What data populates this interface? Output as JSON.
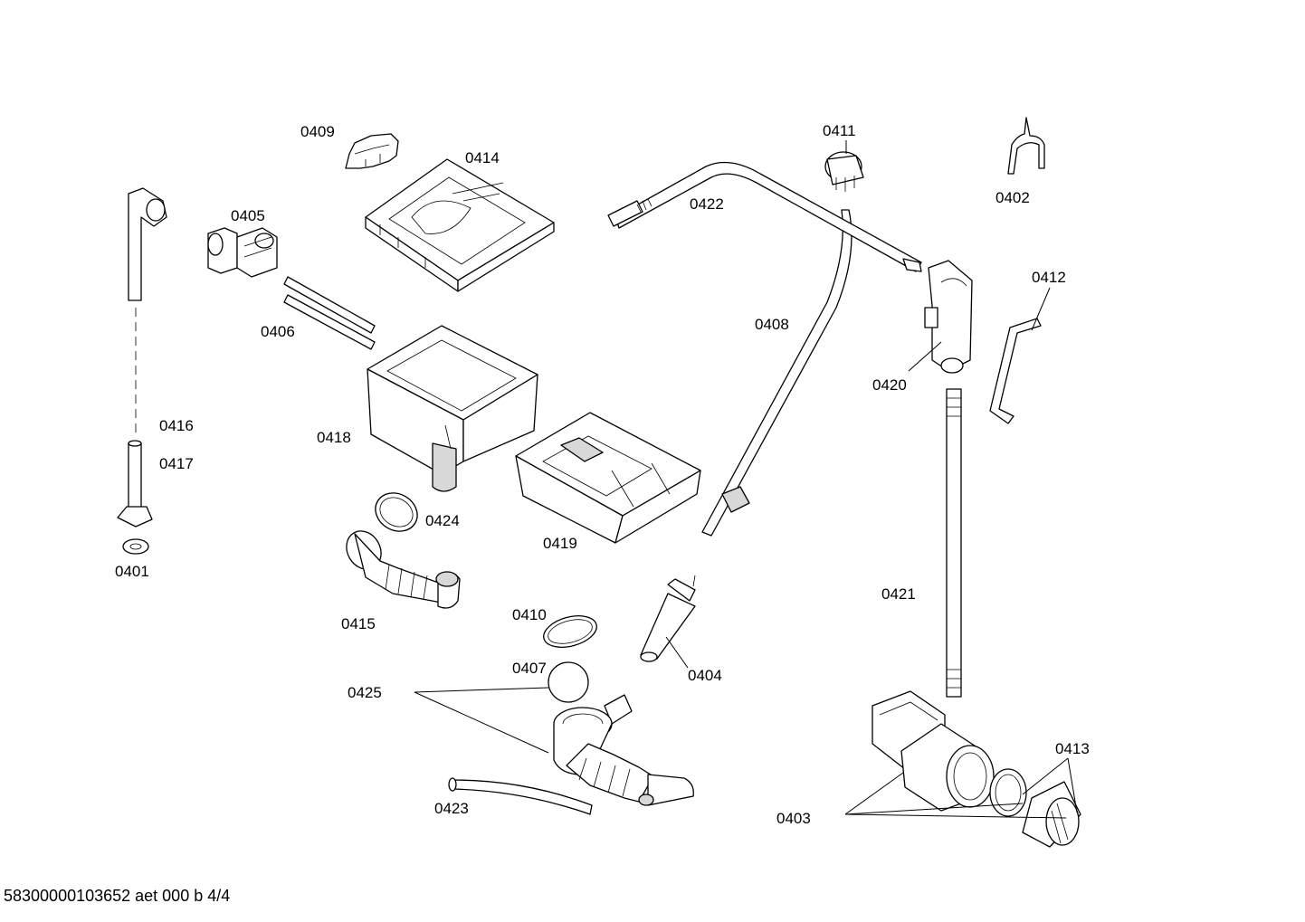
{
  "labels": {
    "p0401": "0401",
    "p0402": "0402",
    "p0403": "0403",
    "p0404": "0404",
    "p0405": "0405",
    "p0406": "0406",
    "p0407": "0407",
    "p0408": "0408",
    "p0409": "0409",
    "p0410": "0410",
    "p0411": "0411",
    "p0412": "0412",
    "p0413": "0413",
    "p0414": "0414",
    "p0415": "0415",
    "p0416": "0416",
    "p0417": "0417",
    "p0418": "0418",
    "p0419": "0419",
    "p0420": "0420",
    "p0421": "0421",
    "p0422": "0422",
    "p0423": "0423",
    "p0424": "0424",
    "p0425": "0425"
  },
  "footer": "58300000103652 aet 000 b 4/4"
}
